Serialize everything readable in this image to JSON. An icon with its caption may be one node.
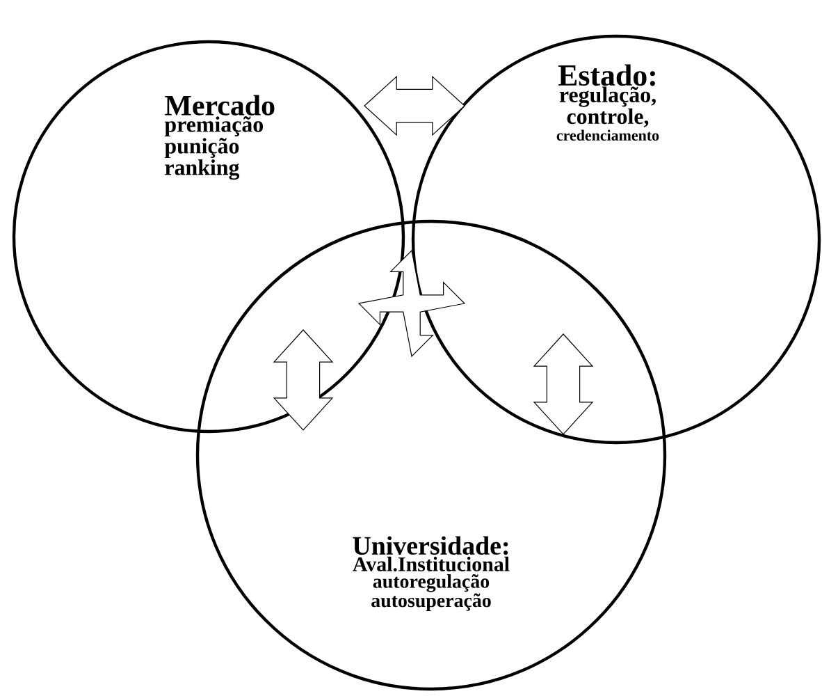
{
  "diagram": {
    "nodes": [
      {
        "text": [
          "Mercado",
          "premiação",
          "punição",
          "ranking"
        ]
      },
      {
        "text": [
          "Estado:",
          "regulação,",
          "controle,",
          "credenciamento"
        ]
      },
      {
        "text": [
          "Universidade:",
          "Aval.Institucional",
          "autoregulação",
          "autosuperação"
        ]
      }
    ]
  }
}
